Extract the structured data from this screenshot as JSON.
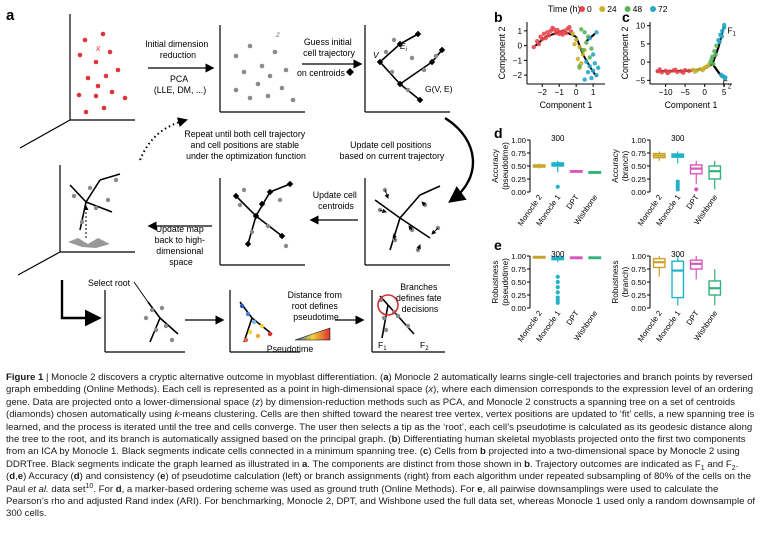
{
  "panels": {
    "a": {
      "letter": "a",
      "steps": {
        "init_reduction": [
          "Initial dimension",
          "reduction"
        ],
        "pca": [
          "PCA",
          "(LLE, DM, ...)"
        ],
        "guess": [
          "Guess initial",
          "cell trajectory"
        ],
        "guess_on": "on centroids",
        "repeat": [
          "Repeat until both cell trajectory",
          "and cell positions are stable",
          "under the optimization function"
        ],
        "update_positions": [
          "Update cell positions",
          "based on current trajectory"
        ],
        "update_centroids": [
          "Update cell",
          "centroids"
        ],
        "update_map": [
          "Update map",
          "back to high-",
          "dimensional",
          "space"
        ],
        "select_root": "Select root",
        "distance": [
          "Distance from",
          "root defines",
          "pseudotime"
        ],
        "pseudotime": "Pseudotime",
        "branches": [
          "Branches",
          "defines fate",
          "decisions"
        ]
      },
      "symbols": {
        "x": "x",
        "z": "z",
        "v": "V",
        "ei": "E",
        "ei_sub": "i",
        "gve": "G(V, E)",
        "f1": "F",
        "f1_sub": "1",
        "f2": "F",
        "f2_sub": "2"
      }
    },
    "b": {
      "letter": "b",
      "legend_title": "Time (h)",
      "legend_items": [
        {
          "label": "0",
          "color": "#e8464f"
        },
        {
          "label": "24",
          "color": "#c9b22e"
        },
        {
          "label": "48",
          "color": "#5bb35a"
        },
        {
          "label": "72",
          "color": "#2aa6c6"
        }
      ],
      "xlabel": "Component 1",
      "ylabel": "Component 2",
      "xticks": [
        "−2",
        "−1",
        "0",
        "1"
      ],
      "yticks": [
        "1",
        "0",
        "−1",
        "−2"
      ]
    },
    "c": {
      "letter": "c",
      "xlabel": "Component 1",
      "ylabel": "Component 2",
      "xticks": [
        "−10",
        "−5",
        "0",
        "5"
      ],
      "yticks": [
        "10",
        "5",
        "0",
        "−5"
      ],
      "f1": "F",
      "f1_sub": "1",
      "f2": "F",
      "f2_sub": "2"
    },
    "d": {
      "letter": "d",
      "n_label": "300",
      "left_ylabel": [
        "Accuracy",
        "(pseudotime)"
      ],
      "right_ylabel": [
        "Accuracy",
        "(branch)"
      ],
      "yticks": [
        "1.00",
        "0.75",
        "0.50",
        "0.25",
        "0.00"
      ],
      "methods": [
        "Monocle 2",
        "Monocle 1",
        "DPT",
        "Wishbone"
      ]
    },
    "e": {
      "letter": "e",
      "n_label": "300",
      "left_ylabel": [
        "Robustness",
        "(pseudotime)"
      ],
      "right_ylabel": [
        "Robustness",
        "(branch)"
      ],
      "yticks": [
        "1.00",
        "0.75",
        "0.50",
        "0.25",
        "0.00"
      ],
      "methods": [
        "Monocle 2",
        "Monocle 1",
        "DPT",
        "Wishbone"
      ]
    }
  },
  "method_colors": [
    "#c9a227",
    "#1fb2c9",
    "#d957b8",
    "#33b27a"
  ],
  "chart_data": [
    {
      "id": "b",
      "type": "scatter",
      "xlabel": "Component 1",
      "ylabel": "Component 2",
      "xlim": [
        -2.9,
        1.7
      ],
      "ylim": [
        -2.6,
        1.6
      ],
      "series": [
        {
          "name": "0",
          "color": "#e8464f",
          "x": [
            -2.3,
            -2.1,
            -1.9,
            -1.7,
            -1.5,
            -1.3,
            -1.1,
            -0.9,
            -0.7,
            -0.5,
            -0.3,
            -2.5,
            -2.2,
            -1.8,
            -1.6,
            -1.2,
            -1.0,
            -0.8,
            -0.6,
            -2.0,
            -1.4,
            -0.4
          ],
          "y": [
            0.3,
            0.6,
            0.8,
            0.9,
            1.0,
            1.1,
            1.05,
            0.9,
            1.0,
            1.15,
            0.95,
            -0.1,
            0.1,
            0.5,
            0.7,
            0.85,
            0.8,
            0.75,
            0.85,
            0.45,
            1.2,
            1.25
          ]
        },
        {
          "name": "24",
          "color": "#c9b22e",
          "x": [
            -0.2,
            0.0,
            0.2,
            0.4,
            0.1,
            0.3,
            -0.1,
            0.5,
            0.2
          ],
          "y": [
            0.8,
            0.4,
            -0.1,
            -0.6,
            -0.9,
            -1.2,
            0.1,
            -0.3,
            -1.5
          ]
        },
        {
          "name": "48",
          "color": "#5bb35a",
          "x": [
            0.3,
            0.5,
            0.7,
            0.6,
            0.4,
            0.8,
            0.2,
            0.9
          ],
          "y": [
            1.1,
            0.9,
            0.6,
            0.2,
            -0.3,
            -0.8,
            -1.4,
            -0.2
          ]
        },
        {
          "name": "72",
          "color": "#2aa6c6",
          "x": [
            0.6,
            0.8,
            1.0,
            1.2,
            0.9,
            1.1,
            0.7,
            1.3,
            1.0,
            0.8,
            1.2,
            0.5
          ],
          "y": [
            -1.1,
            -1.4,
            -1.7,
            -2.0,
            -2.2,
            -1.2,
            -1.8,
            -1.5,
            -0.6,
            0.5,
            0.9,
            -2.3
          ]
        }
      ]
    },
    {
      "id": "c",
      "type": "scatter",
      "xlabel": "Component 1",
      "ylabel": "Component 2",
      "xlim": [
        -14,
        7
      ],
      "ylim": [
        -6,
        11
      ],
      "series": [
        {
          "name": "0",
          "color": "#e8464f",
          "x": [
            -12,
            -11,
            -10,
            -9,
            -8,
            -7,
            -6,
            -5,
            -4,
            -11.5,
            -9.5,
            -7.5,
            -5.5
          ],
          "y": [
            -2.5,
            -2.8,
            -2.4,
            -2.6,
            -2.3,
            -2.7,
            -2.5,
            -2.2,
            -2.4,
            -2.0,
            -3.0,
            -2.1,
            -2.9
          ]
        },
        {
          "name": "24",
          "color": "#c9b22e",
          "x": [
            -3,
            -2,
            -1,
            0,
            1,
            -2.5,
            -0.5,
            0.5
          ],
          "y": [
            -2.1,
            -2.3,
            -1.9,
            -1.5,
            -0.8,
            -2.6,
            -2.2,
            -1.2
          ]
        },
        {
          "name": "48",
          "color": "#5bb35a",
          "x": [
            1.5,
            2,
            2.5,
            3,
            2.2,
            1.8,
            2.8
          ],
          "y": [
            0.0,
            1.5,
            3.0,
            4.5,
            -0.5,
            0.8,
            2.0
          ]
        },
        {
          "name": "72",
          "color": "#2aa6c6",
          "x": [
            3.5,
            4,
            4.5,
            5,
            3.8,
            4.2,
            4.8,
            5.2,
            4.6,
            5.0,
            4.4,
            5.3
          ],
          "y": [
            6.0,
            7.5,
            8.5,
            9.5,
            5.5,
            -3.5,
            -4.0,
            -4.5,
            -3.8,
            10.2,
            7.0,
            -4.2
          ]
        }
      ]
    },
    {
      "id": "d-left",
      "type": "box",
      "ylabel": "Accuracy (pseudotime)",
      "ylim": [
        0,
        1
      ],
      "categories": [
        "Monocle 2",
        "Monocle 1",
        "DPT",
        "Wishbone"
      ],
      "boxes": [
        {
          "q1": 0.48,
          "median": 0.5,
          "q3": 0.52,
          "min": 0.45,
          "max": 0.55,
          "outliers": []
        },
        {
          "q1": 0.5,
          "median": 0.53,
          "q3": 0.56,
          "min": 0.38,
          "max": 0.6,
          "outliers": [
            0.1
          ]
        },
        {
          "q1": 0.39,
          "median": 0.4,
          "q3": 0.41,
          "min": 0.38,
          "max": 0.42,
          "outliers": []
        },
        {
          "q1": 0.37,
          "median": 0.38,
          "q3": 0.39,
          "min": 0.36,
          "max": 0.4,
          "outliers": []
        }
      ]
    },
    {
      "id": "d-right",
      "type": "box",
      "ylabel": "Accuracy (branch)",
      "ylim": [
        0,
        1
      ],
      "categories": [
        "Monocle 2",
        "Monocle 1",
        "DPT",
        "Wishbone"
      ],
      "boxes": [
        {
          "q1": 0.66,
          "median": 0.7,
          "q3": 0.74,
          "min": 0.6,
          "max": 0.78,
          "outliers": []
        },
        {
          "q1": 0.67,
          "median": 0.7,
          "q3": 0.73,
          "min": 0.55,
          "max": 0.78,
          "outliers": [
            0.1,
            0.05,
            0.15,
            0.2
          ]
        },
        {
          "q1": 0.35,
          "median": 0.45,
          "q3": 0.52,
          "min": 0.15,
          "max": 0.6,
          "outliers": [
            0.05
          ]
        },
        {
          "q1": 0.25,
          "median": 0.4,
          "q3": 0.5,
          "min": 0.05,
          "max": 0.6,
          "outliers": []
        }
      ]
    },
    {
      "id": "e-left",
      "type": "box",
      "ylabel": "Robustness (pseudotime)",
      "ylim": [
        0,
        1
      ],
      "categories": [
        "Monocle 2",
        "Monocle 1",
        "DPT",
        "Wishbone"
      ],
      "boxes": [
        {
          "q1": 0.97,
          "median": 0.98,
          "q3": 0.99,
          "min": 0.95,
          "max": 1.0,
          "outliers": []
        },
        {
          "q1": 0.93,
          "median": 0.96,
          "q3": 0.98,
          "min": 0.88,
          "max": 1.0,
          "outliers": [
            0.5,
            0.4,
            0.3,
            0.2,
            0.15,
            0.1,
            0.6
          ]
        },
        {
          "q1": 0.96,
          "median": 0.97,
          "q3": 0.98,
          "min": 0.94,
          "max": 0.99,
          "outliers": []
        },
        {
          "q1": 0.96,
          "median": 0.97,
          "q3": 0.98,
          "min": 0.94,
          "max": 0.99,
          "outliers": []
        }
      ]
    },
    {
      "id": "e-right",
      "type": "box",
      "ylabel": "Robustness (branch)",
      "ylim": [
        0,
        1
      ],
      "categories": [
        "Monocle 2",
        "Monocle 1",
        "DPT",
        "Wishbone"
      ],
      "boxes": [
        {
          "q1": 0.78,
          "median": 0.88,
          "q3": 0.95,
          "min": 0.6,
          "max": 1.0,
          "outliers": []
        },
        {
          "q1": 0.2,
          "median": 0.72,
          "q3": 0.9,
          "min": 0.05,
          "max": 1.0,
          "outliers": []
        },
        {
          "q1": 0.75,
          "median": 0.85,
          "q3": 0.92,
          "min": 0.55,
          "max": 1.0,
          "outliers": []
        },
        {
          "q1": 0.25,
          "median": 0.38,
          "q3": 0.52,
          "min": 0.05,
          "max": 0.75,
          "outliers": []
        }
      ]
    }
  ],
  "caption": {
    "title": "Figure 1",
    "segments": [
      {
        "t": " | Monocle 2 discovers a cryptic alternative outcome in myoblast differentiation. ("
      },
      {
        "t": "a",
        "b": true
      },
      {
        "t": ") Monocle 2 automatically learns single-cell trajectories and branch points by reversed graph embedding (Online Methods). Each cell is represented as a point in high-dimensional space ("
      },
      {
        "t": "x",
        "i": true
      },
      {
        "t": "), where each dimension corresponds to the expression level of an ordering gene. Data are projected onto a lower-dimensional space ("
      },
      {
        "t": "z",
        "i": true
      },
      {
        "t": ") by dimension-reduction methods such as PCA, and Monocle 2 constructs a spanning tree on a set of centroids (diamonds) chosen automatically using "
      },
      {
        "t": "k",
        "i": true
      },
      {
        "t": "-means clustering. Cells are then shifted toward the nearest tree vertex, vertex positions are updated to ‘fit’ cells, a new spanning tree is learned, and the process is iterated until the tree and cells converge. The user then selects a tip as the ‘root’, each cell’s pseudotime is calculated as its geodesic distance along the tree to the root, and its branch is automatically assigned based on the principal graph. ("
      },
      {
        "t": "b",
        "b": true
      },
      {
        "t": ") Differentiating human skeletal myoblasts projected onto the first two components from an ICA by Monocle 1. Black segments indicate cells connected in a minimum spanning tree. ("
      },
      {
        "t": "c",
        "b": true
      },
      {
        "t": ") Cells from "
      },
      {
        "t": "b",
        "b": true
      },
      {
        "t": " projected into a two-dimensional space by Monocle 2 using DDRTree. Black segments indicate the graph learned as illustrated in "
      },
      {
        "t": "a",
        "b": true
      },
      {
        "t": ". The components are distinct from those shown in "
      },
      {
        "t": "b",
        "b": true
      },
      {
        "t": ". Trajectory outcomes are indicated as F"
      },
      {
        "t": "1",
        "sub": true
      },
      {
        "t": " and F"
      },
      {
        "t": "2",
        "sub": true
      },
      {
        "t": ". ("
      },
      {
        "t": "d",
        "b": true
      },
      {
        "t": ","
      },
      {
        "t": "e",
        "b": true
      },
      {
        "t": ") Accuracy ("
      },
      {
        "t": "d",
        "b": true
      },
      {
        "t": ") and consistency ("
      },
      {
        "t": "e",
        "b": true
      },
      {
        "t": ") of pseudotime calculation (left) or branch assignments (right) from each algorithm under repeated subsampling of 80% of the cells on the Paul "
      },
      {
        "t": "et al.",
        "i": true
      },
      {
        "t": " data set"
      },
      {
        "t": "10",
        "sup": true
      },
      {
        "t": ". For "
      },
      {
        "t": "d",
        "b": true
      },
      {
        "t": ", a marker-based ordering scheme was used as ground truth (Online Methods). For "
      },
      {
        "t": "e",
        "b": true
      },
      {
        "t": ", all pairwise downsamplings were used to calculate the Pearson’s rho and adjusted Rand index (ARI). For benchmarking, Monocle 2, DPT, and Wishbone used the full data set, whereas Monocle 1 used only a random downsample of 300 cells."
      }
    ]
  }
}
